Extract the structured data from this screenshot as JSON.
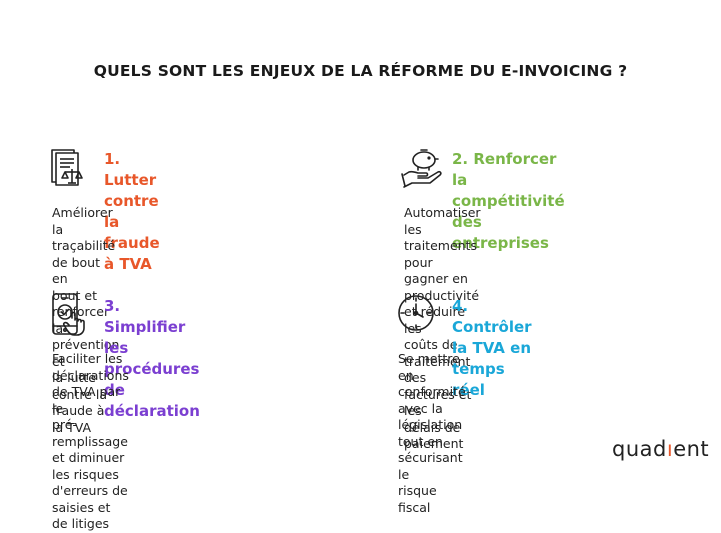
{
  "title": "QUELS SONT LES ENJEUX DE LA RÉFORME DU E-INVOICING ?",
  "cards": [
    {
      "heading": [
        "1. Lutter contre",
        "la fraude à TVA"
      ],
      "body": [
        "Améliorer la traçabilité de bout en",
        "bout et renforcer la prévention et",
        "la lutte contre la fraude à la TVA"
      ],
      "color": "#e8572a",
      "icon": "document-scale-icon"
    },
    {
      "heading": [
        "2. Renforcer la compétitivité",
        "des entreprises"
      ],
      "body": [
        "Automatiser les traitements pour",
        "gagner en productivité et réduire les",
        "coûts de traitement des factures et les",
        "délais de paiement"
      ],
      "color": "#7ab648",
      "icon": "hand-piggy-bank-icon"
    },
    {
      "heading": [
        "3. Simplifier les",
        "procédures de déclaration"
      ],
      "body": [
        "Faciliter les déclarations de TVA par le",
        "pré-remplissage et diminuer les risques",
        "d'erreurs de saisies et de litiges"
      ],
      "color": "#7b3fd1",
      "icon": "phone-check-icon"
    },
    {
      "heading": [
        "4. Contrôler la TVA en",
        "temps réel"
      ],
      "body": [
        "Se mettre en conformité avec la",
        "législation tout en sécurisant le",
        "risque fiscal"
      ],
      "color": "#1aa7d8",
      "icon": "clock-icon"
    }
  ],
  "logo": {
    "left": "quad",
    "mid": "ı",
    "right": "ent"
  }
}
